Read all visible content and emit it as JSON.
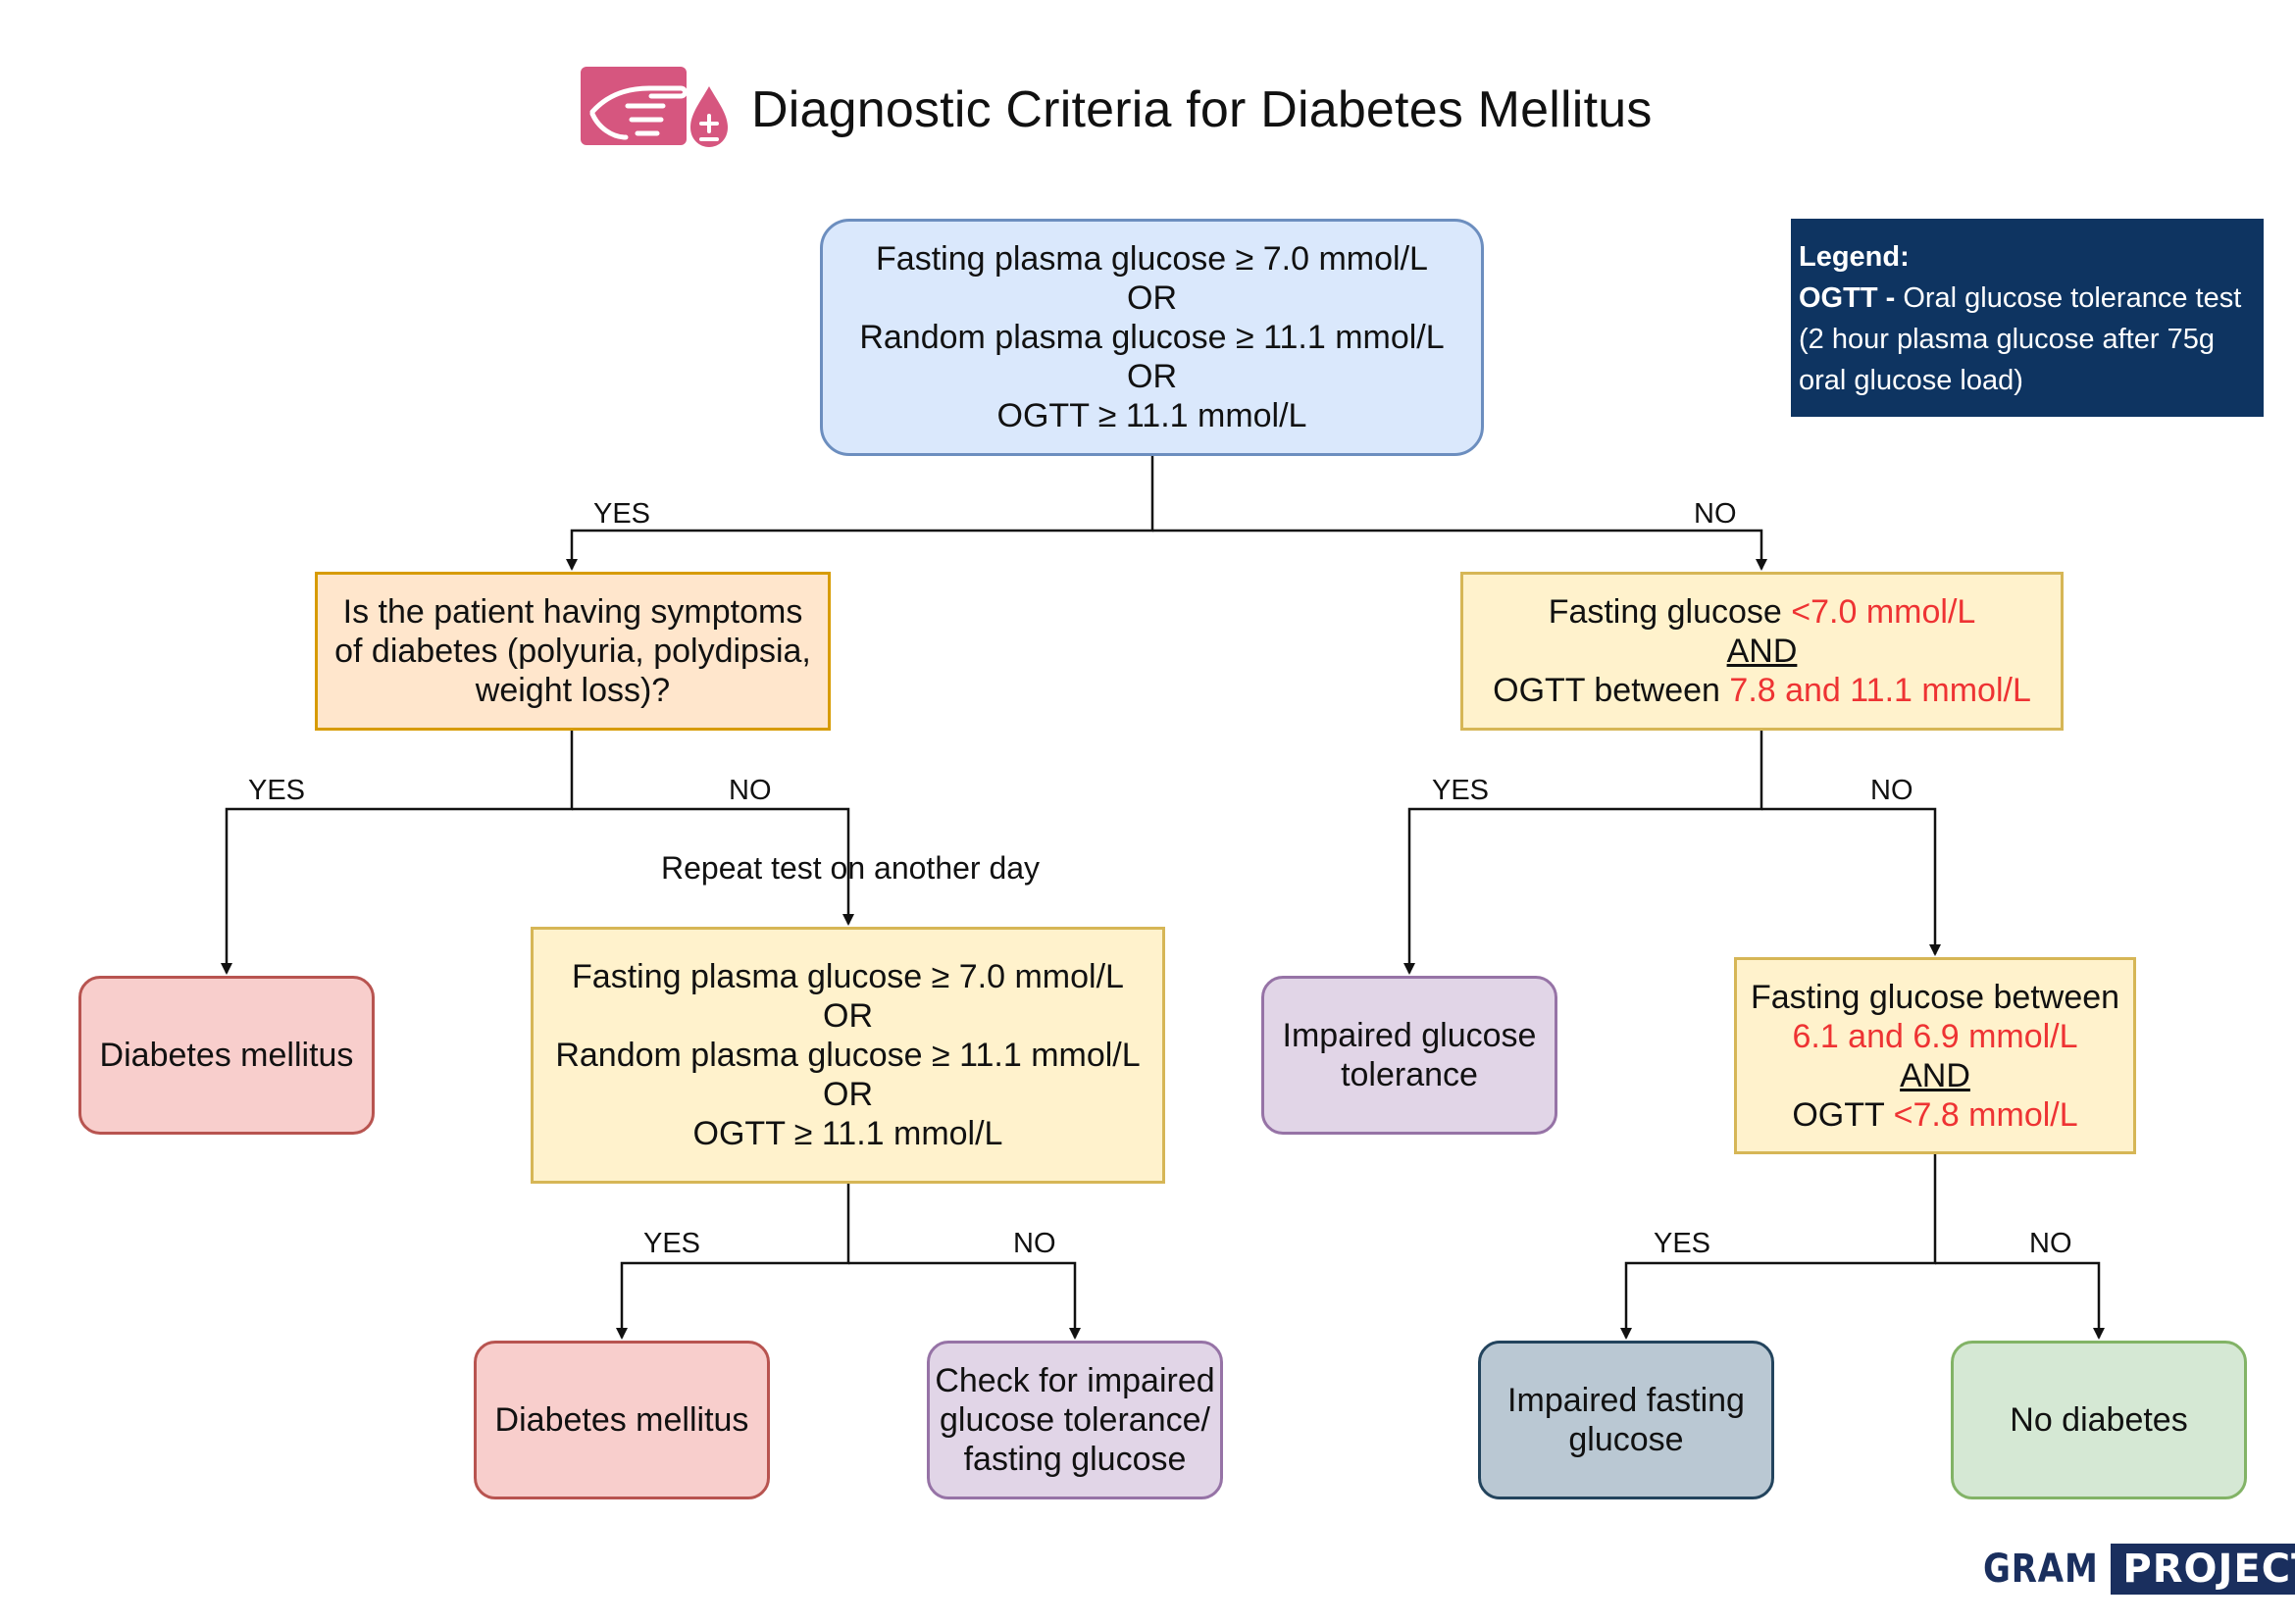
{
  "title": "Diagnostic Criteria for Diabetes Mellitus",
  "legend": {
    "heading": "Legend:",
    "abbr": "OGTT -",
    "line1": " Oral glucose tolerance test",
    "line2": "(2 hour plasma glucose after 75g",
    "line3": "oral glucose load)"
  },
  "nodes": {
    "top": {
      "l1": "Fasting plasma glucose ≥ 7.0 mmol/L",
      "l2": "OR",
      "l3": "Random plasma glucose ≥ 11.1 mmol/L",
      "l4": "OR",
      "l5": "OGTT ≥ 11.1 mmol/L"
    },
    "symptoms": {
      "l1": "Is the patient having symptoms",
      "l2": "of diabetes (polyuria, polydipsia,",
      "l3": "weight loss)?"
    },
    "repeat": {
      "l1": "Fasting plasma glucose ≥ 7.0 mmol/L",
      "l2": "OR",
      "l3": "Random plasma glucose ≥ 11.1 mmol/L",
      "l4": "OR",
      "l5": "OGTT  ≥ 11.1 mmol/L"
    },
    "igt_criteria": {
      "l1a": "Fasting glucose ",
      "l1b": "<7.0 mmol/L",
      "l2": "AND",
      "l3a": "OGTT between ",
      "l3b": "7.8 and 11.1  mmol/L"
    },
    "ifg_criteria": {
      "l1": "Fasting glucose between",
      "l2": "6.1 and 6.9 mmol/L",
      "l3": "AND",
      "l4a": "OGTT ",
      "l4b": "<7.8 mmol/L"
    },
    "dm_left": "Diabetes mellitus",
    "dm_mid": "Diabetes mellitus",
    "check": {
      "l1": "Check for impaired",
      "l2": "glucose tolerance/",
      "l3": "fasting glucose"
    },
    "igt_result": {
      "l1": "Impaired glucose",
      "l2": "tolerance"
    },
    "ifg_result": {
      "l1": "Impaired fasting",
      "l2": "glucose"
    },
    "no_diabetes": "No diabetes"
  },
  "labels": {
    "top_yes": "YES",
    "top_no": "NO",
    "sym_yes": "YES",
    "sym_no": "NO",
    "repeat_note": "Repeat test on another day",
    "rep_yes": "YES",
    "rep_no": "NO",
    "igt_yes": "YES",
    "igt_no": "NO",
    "ifg_yes": "YES",
    "ifg_no": "NO"
  },
  "brand": {
    "left": "GRAM",
    "right": "PROJECT"
  },
  "colors": {
    "blue_fill": "#dae8fc",
    "blue_stroke": "#6c8ebf",
    "orange_fill": "#ffe6cc",
    "orange_stroke": "#d79b00",
    "yellow_fill": "#fff2cc",
    "yellow_stroke": "#d6b656",
    "red_fill": "#f8cecc",
    "red_stroke": "#b85450",
    "purple_fill": "#e1d5e7",
    "purple_stroke": "#9673a6",
    "slate_fill": "#bac8d3",
    "slate_stroke": "#23445d",
    "green_fill": "#d5e8d4",
    "green_stroke": "#82b366",
    "legend_bg": "#0e3461",
    "highlight_text": "#ee3333",
    "icon": "#d6567f"
  },
  "icons": {
    "title_icon": "finger-prick-blood-drop-icon"
  }
}
